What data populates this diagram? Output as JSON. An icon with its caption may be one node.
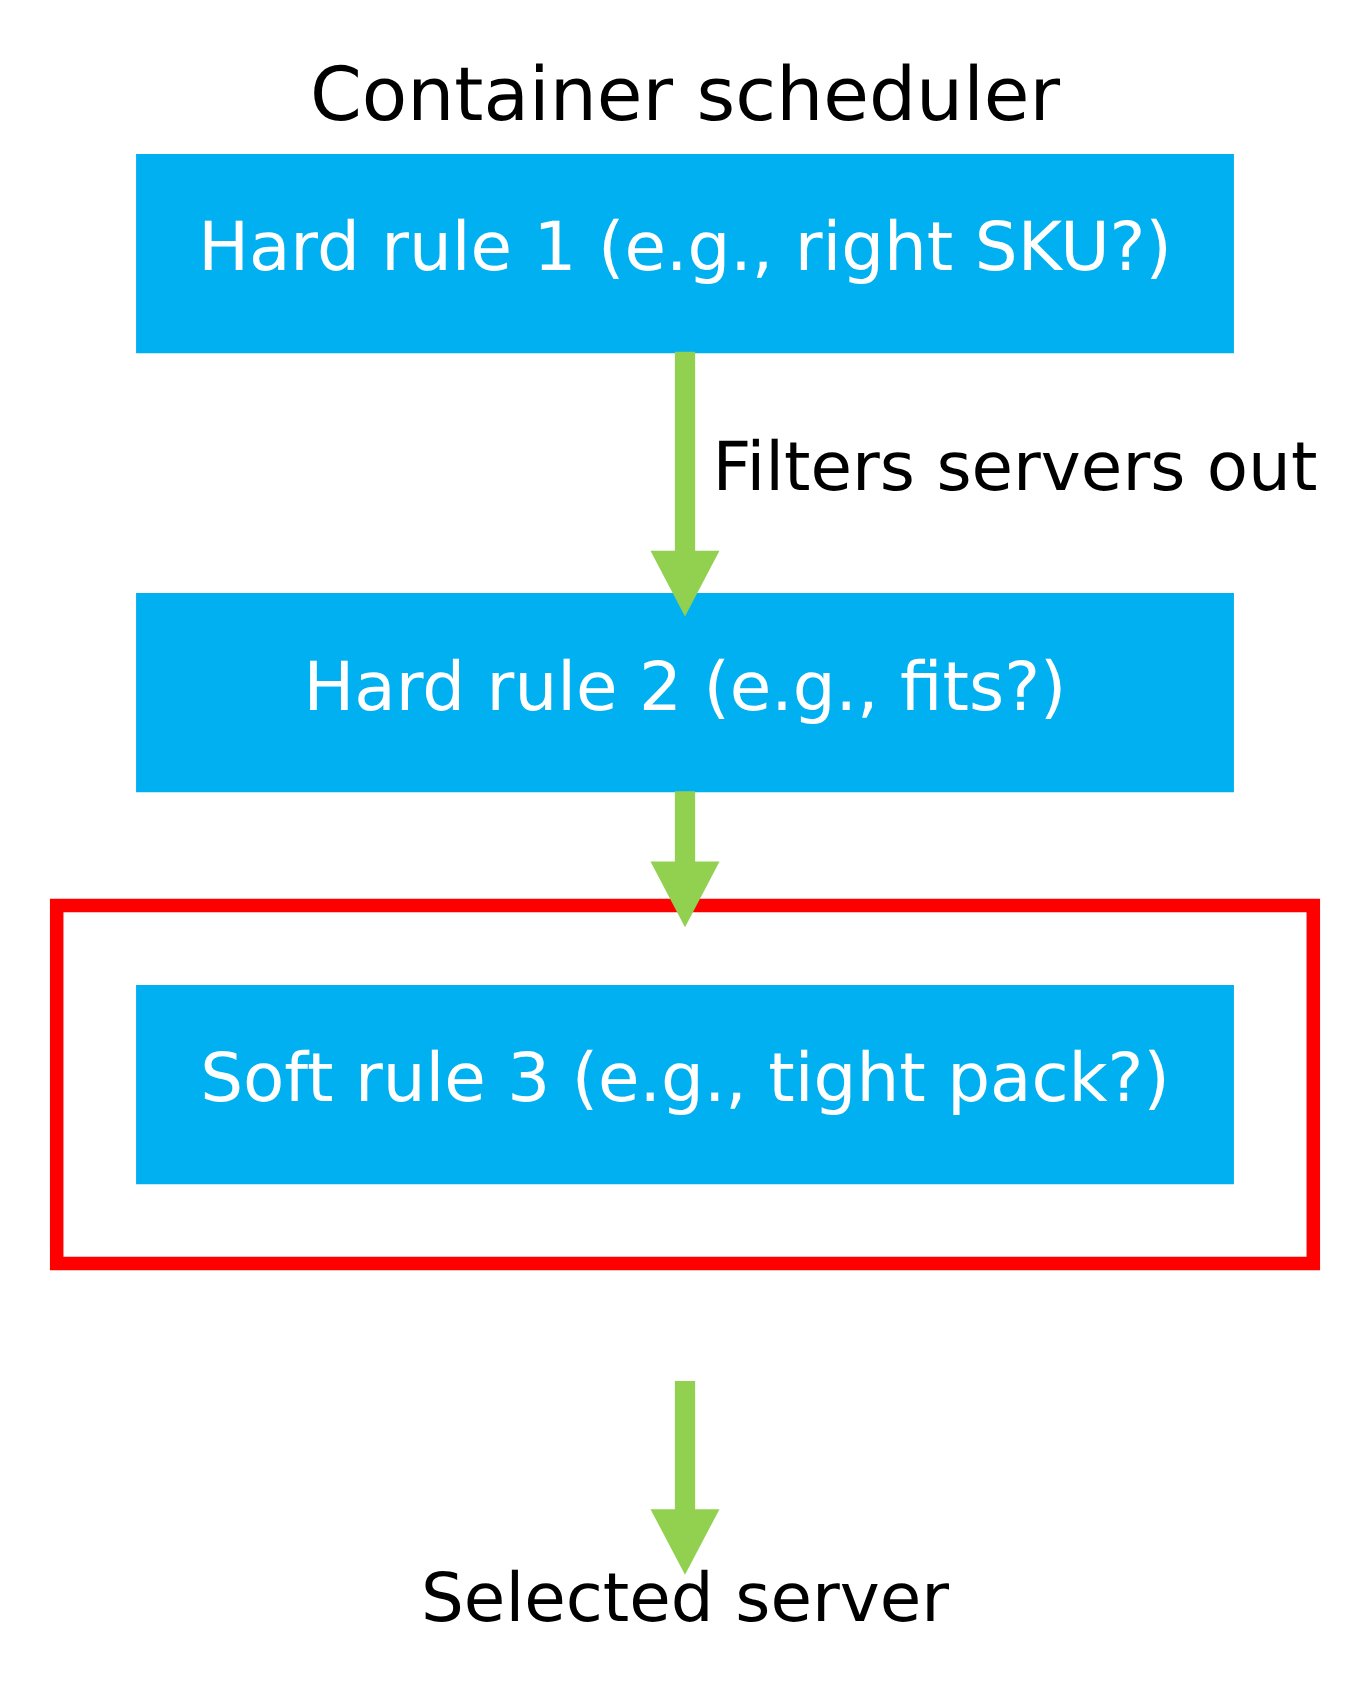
{
  "diagram": {
    "title": "Container scheduler",
    "nodes": [
      {
        "text": [
          "Hard rule 1 (e.g., right SKU?)"
        ]
      },
      {
        "text": [
          "Hard rule 2 (e.g., fits?)"
        ]
      },
      {
        "text": [],
        "shape": "box"
      },
      {
        "text": [
          "Soft rule 3 (e.g., tight pack?)"
        ],
        "in": 2
      },
      {
        "text": [
          "Selected server"
        ]
      }
    ],
    "edges": [
      {
        "from": 0,
        "to": 1,
        "arrow": "to",
        "label": "Filters servers out"
      },
      {
        "from": 1,
        "to": 2,
        "arrow": "to"
      },
      {
        "from": null,
        "to": 4,
        "arrow": "to"
      }
    ]
  }
}
